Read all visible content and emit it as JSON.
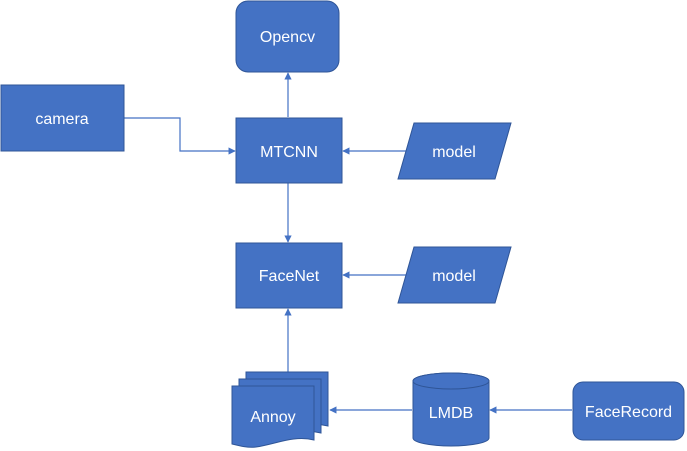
{
  "colors": {
    "node_fill": "#4472C4",
    "node_stroke": "#2F5597",
    "edge": "#4472C4",
    "label": "#FFFFFF"
  },
  "nodes": {
    "opencv": "Opencv",
    "camera": "camera",
    "mtcnn": "MTCNN",
    "model_top": "model",
    "facenet": "FaceNet",
    "model_bottom": "model",
    "annoy": "Annoy",
    "lmdb": "LMDB",
    "facerecord": "FaceRecord"
  },
  "edges": [
    {
      "from": "camera",
      "to": "mtcnn"
    },
    {
      "from": "model_top",
      "to": "mtcnn"
    },
    {
      "from": "mtcnn",
      "to": "opencv"
    },
    {
      "from": "mtcnn",
      "to": "facenet"
    },
    {
      "from": "model_bottom",
      "to": "facenet"
    },
    {
      "from": "annoy",
      "to": "facenet"
    },
    {
      "from": "lmdb",
      "to": "annoy"
    },
    {
      "from": "facerecord",
      "to": "lmdb"
    }
  ]
}
